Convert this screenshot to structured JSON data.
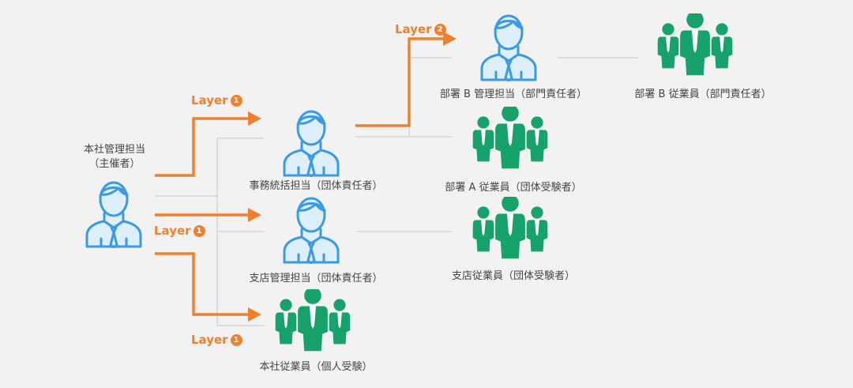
{
  "colors": {
    "accent": "#f07f2e",
    "manager": "#3a9ae8",
    "manager_fill": "#ddeefc",
    "staff": "#16a26a",
    "line": "#c8c8c8",
    "background": "#f2f2f2"
  },
  "layer_prefix": "Layer",
  "layers": [
    {
      "id": "layer-1-top",
      "num": "1"
    },
    {
      "id": "layer-1-mid",
      "num": "1"
    },
    {
      "id": "layer-1-bottom",
      "num": "1"
    },
    {
      "id": "layer-2",
      "num": "2"
    }
  ],
  "nodes": {
    "hq_admin": {
      "label_line1": "本社管理担当",
      "label_line2": "（主催者）",
      "icon": "manager-person-icon"
    },
    "office_admin": {
      "label": "事務統括担当（団体責任者）",
      "icon": "manager-person-icon"
    },
    "branch_admin": {
      "label": "支店管理担当（団体責任者）",
      "icon": "manager-person-icon"
    },
    "hq_staff": {
      "label": "本社従業員（個人受験）",
      "icon": "staff-group-icon"
    },
    "dept_b_admin": {
      "label": "部署 B 管理担当（部門責任者）",
      "icon": "manager-person-icon"
    },
    "dept_b_staff": {
      "label": "部署 B 従業員（部門責任者）",
      "icon": "staff-group-icon"
    },
    "dept_a_staff": {
      "label": "部署 A 従業員（団体受験者）",
      "icon": "staff-group-icon"
    },
    "branch_staff": {
      "label": "支店従業員（団体受験者）",
      "icon": "staff-group-icon"
    }
  }
}
